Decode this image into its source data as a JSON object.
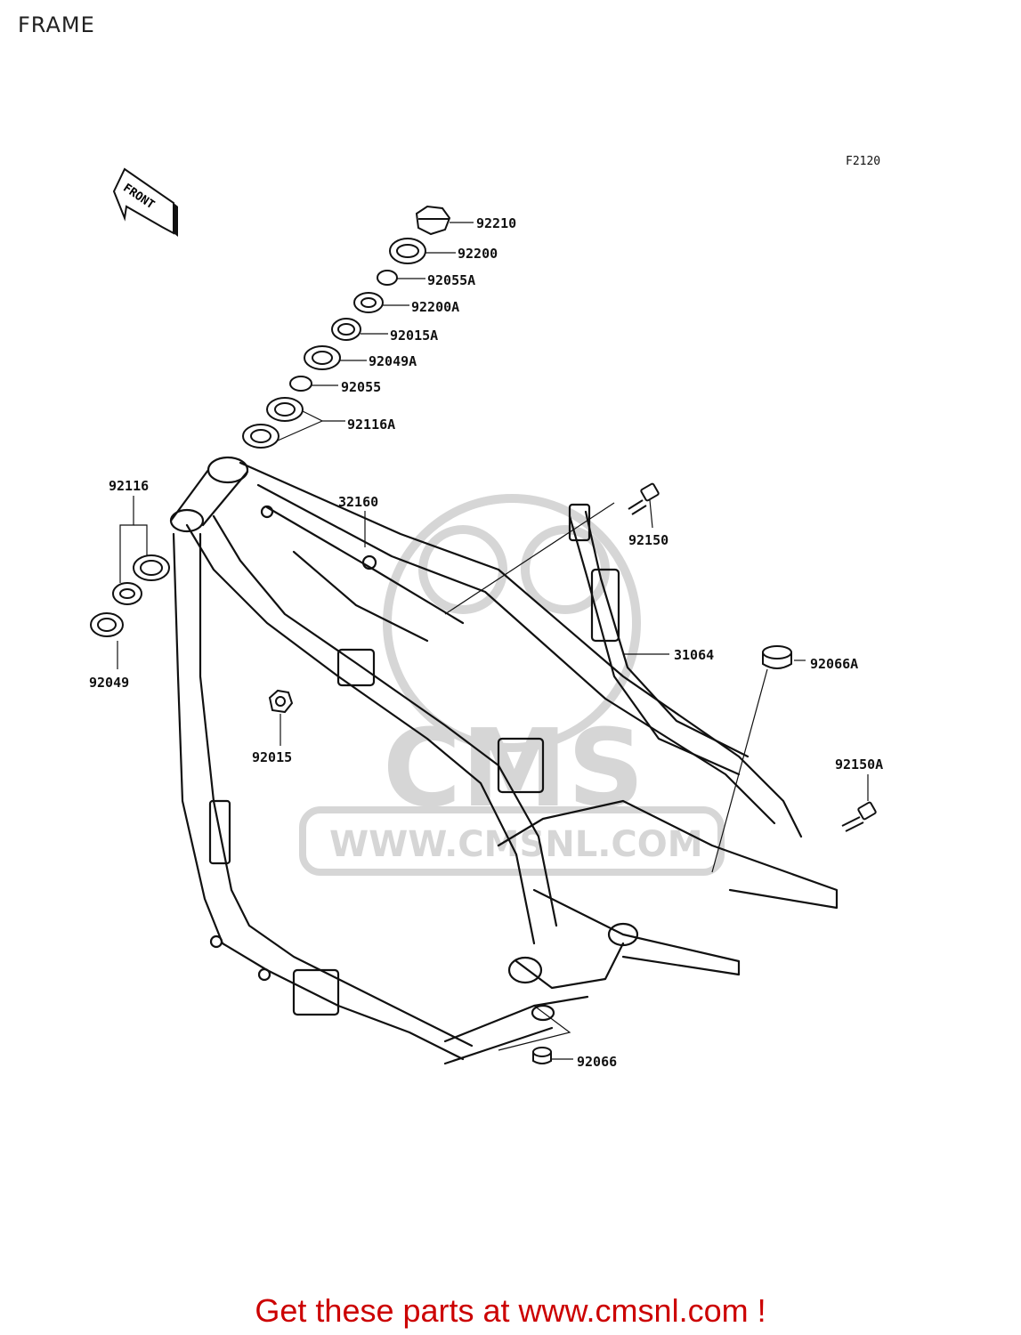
{
  "page": {
    "title": "FRAME",
    "figure_code": "F2120",
    "front_label": "FRONT",
    "footer": "Get these parts at www.cmsnl.com !",
    "watermark": {
      "brand": "CMS",
      "url": "WWW.CMSNL.COM",
      "color": "#d6d6d6"
    },
    "footer_color": "#cc0000"
  },
  "parts": [
    {
      "id": "92210",
      "label": "92210"
    },
    {
      "id": "92200",
      "label": "92200"
    },
    {
      "id": "92055A",
      "label": "92055A"
    },
    {
      "id": "92200A",
      "label": "92200A"
    },
    {
      "id": "92015A",
      "label": "92015A"
    },
    {
      "id": "92049A",
      "label": "92049A"
    },
    {
      "id": "92055",
      "label": "92055"
    },
    {
      "id": "92116A",
      "label": "92116A"
    },
    {
      "id": "92116",
      "label": "92116"
    },
    {
      "id": "92049",
      "label": "92049"
    },
    {
      "id": "32160",
      "label": "32160"
    },
    {
      "id": "92150",
      "label": "92150"
    },
    {
      "id": "31064",
      "label": "31064"
    },
    {
      "id": "92066A",
      "label": "92066A"
    },
    {
      "id": "92015",
      "label": "92015"
    },
    {
      "id": "92150A",
      "label": "92150A"
    },
    {
      "id": "92066",
      "label": "92066"
    }
  ]
}
